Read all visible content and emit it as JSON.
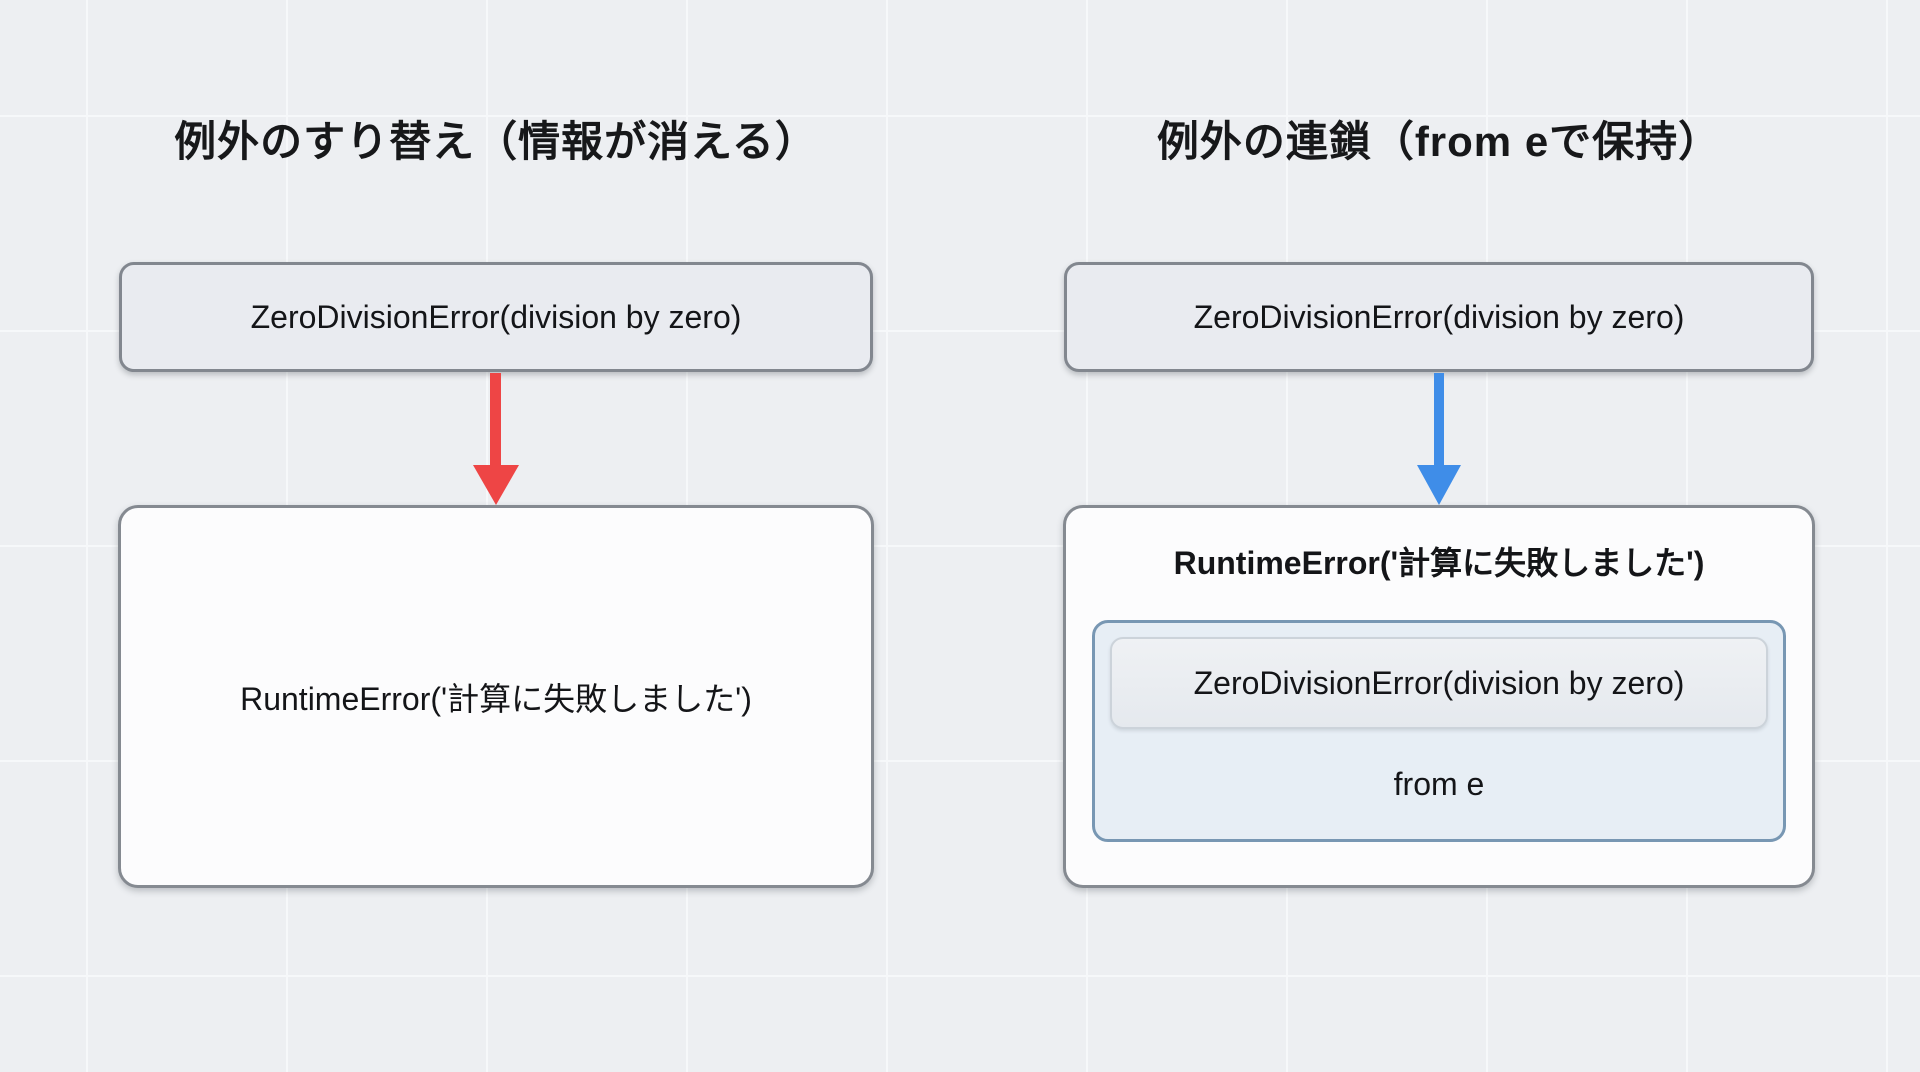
{
  "canvas": {
    "bg_color": "#edeff2",
    "grid_line_color": "#f6f8fa"
  },
  "left_panel": {
    "title": "例外のすり替え（情報が消える）",
    "source_box_label": "ZeroDivisionError(division by zero)",
    "arrow_color": "#ee4545",
    "result_box_label": "RuntimeError('計算に失敗しました')"
  },
  "right_panel": {
    "title": "例外の連鎖（from eで保持）",
    "source_box_label": "ZeroDivisionError(division by zero)",
    "arrow_color": "#3f8de8",
    "result_box_title": "RuntimeError('計算に失敗しました')",
    "cause_box_label": "ZeroDivisionError(division by zero)",
    "chain_keyword": "from e"
  }
}
